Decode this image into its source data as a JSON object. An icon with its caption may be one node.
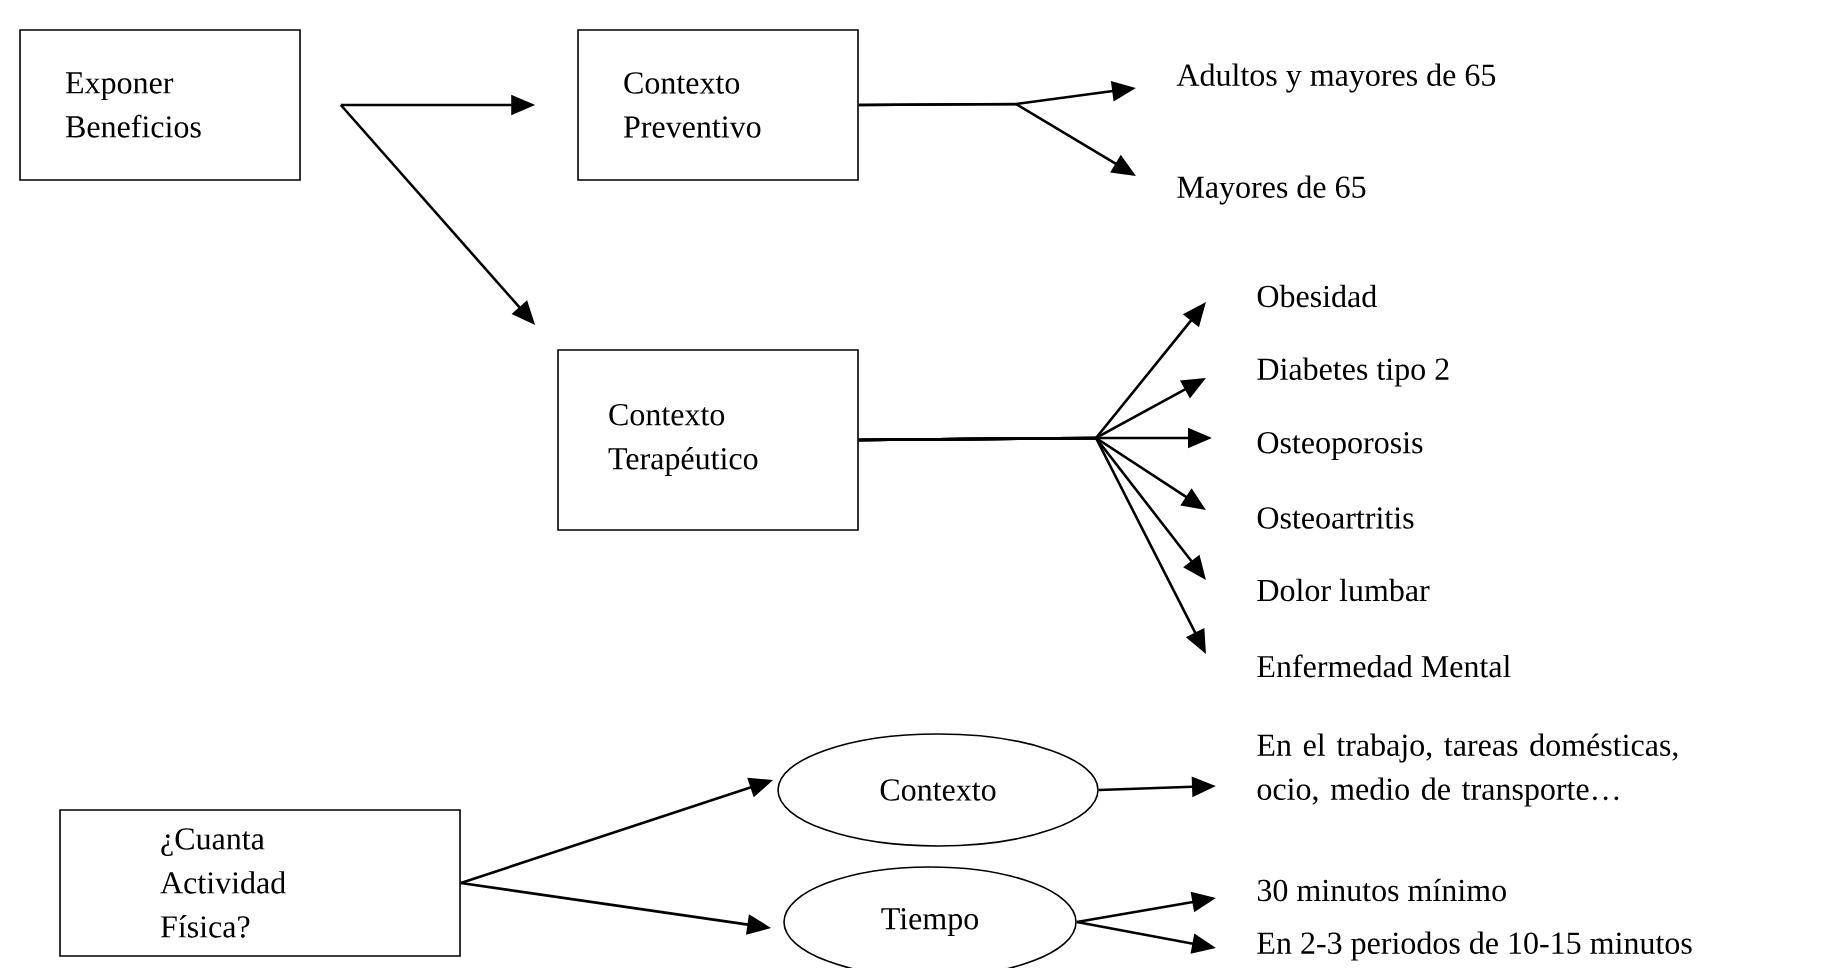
{
  "diagram": {
    "nodes": [
      {
        "text": [
          "Exponer Beneficios"
        ]
      },
      {
        "text": [
          "Contexto Preventivo"
        ]
      },
      {
        "text": [
          "Adultos y mayores de 65"
        ]
      },
      {
        "text": [
          "Mayores de 65"
        ]
      },
      {
        "text": [
          "Contexto Terapéutico"
        ]
      },
      {
        "text": [
          "Obesidad"
        ]
      },
      {
        "text": [
          "Diabetes tipo 2"
        ]
      },
      {
        "text": [
          "Osteoporosis"
        ]
      },
      {
        "text": [
          "Osteoartritis"
        ]
      },
      {
        "text": [
          "Dolor lumbar"
        ]
      },
      {
        "text": [
          "Enfermedad Mental"
        ]
      },
      {
        "text": [
          "Contexto"
        ]
      },
      {
        "text": [
          "En el trabajo, tareas domésticas, ocio, medio de transporte…"
        ]
      },
      {
        "text": [
          "¿Cuanta Actividad Física?"
        ]
      },
      {
        "text": [
          "Tiempo"
        ]
      },
      {
        "text": [
          "30 minutos mínimo"
        ]
      },
      {
        "text": [
          "En 2-3 periodos de 10-15 minutos"
        ]
      }
    ],
    "edges": [
      {
        "from": 0,
        "to": 1,
        "arrow": "to"
      },
      {
        "from": 0,
        "to": 4,
        "arrow": "to"
      },
      {
        "from": 1,
        "to": 2,
        "arrow": "to"
      },
      {
        "from": 1,
        "to": 3,
        "arrow": "to"
      },
      {
        "from": 4,
        "to": 5,
        "arrow": "to"
      },
      {
        "from": 4,
        "to": 6,
        "arrow": "to"
      },
      {
        "from": 4,
        "to": 7,
        "arrow": "to"
      },
      {
        "from": 4,
        "to": 8,
        "arrow": "to"
      },
      {
        "from": 4,
        "to": 9,
        "arrow": "to"
      },
      {
        "from": 4,
        "to": 10,
        "arrow": "to"
      },
      {
        "from": 13,
        "to": 11,
        "arrow": "to"
      },
      {
        "from": 13,
        "to": 14,
        "arrow": "to"
      },
      {
        "from": 11,
        "to": 12,
        "arrow": "to"
      },
      {
        "from": 14,
        "to": 15,
        "arrow": "to"
      },
      {
        "from": 14,
        "to": 16,
        "arrow": "to"
      }
    ]
  }
}
